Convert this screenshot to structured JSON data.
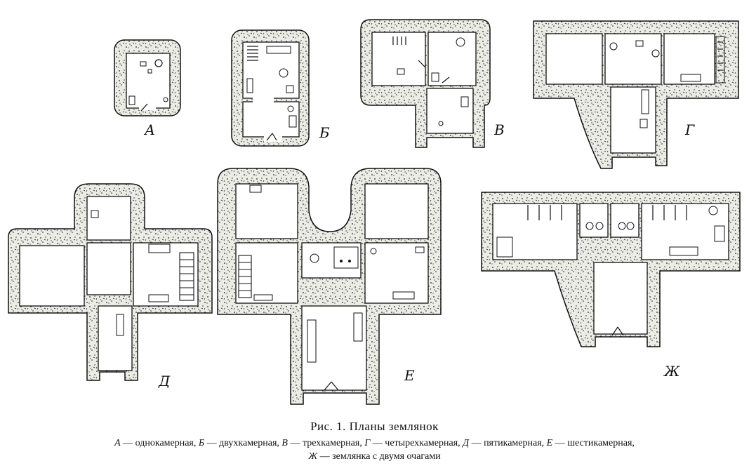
{
  "caption": {
    "title": "Рис. 1. Планы землянок",
    "legend_line1": [
      {
        "letter": "А",
        "text": "— однокамерная,"
      },
      {
        "letter": "Б",
        "text": "— двухкамерная,"
      },
      {
        "letter": "В",
        "text": "— трехкамерная,"
      },
      {
        "letter": "Г",
        "text": "— четырехкамерная,"
      },
      {
        "letter": "Д",
        "text": "— пятикамерная,"
      },
      {
        "letter": "Е",
        "text": "— шестикамерная,"
      }
    ],
    "legend_line2": [
      {
        "letter": "Ж",
        "text": "— землянка с двумя очагами"
      }
    ]
  },
  "plans": {
    "a": "А",
    "b": "Б",
    "v": "В",
    "g": "Г",
    "d": "Д",
    "e": "Е",
    "zh": "Ж"
  },
  "colors": {
    "wall_fill": "#e9e9e4",
    "ink": "#111111"
  }
}
